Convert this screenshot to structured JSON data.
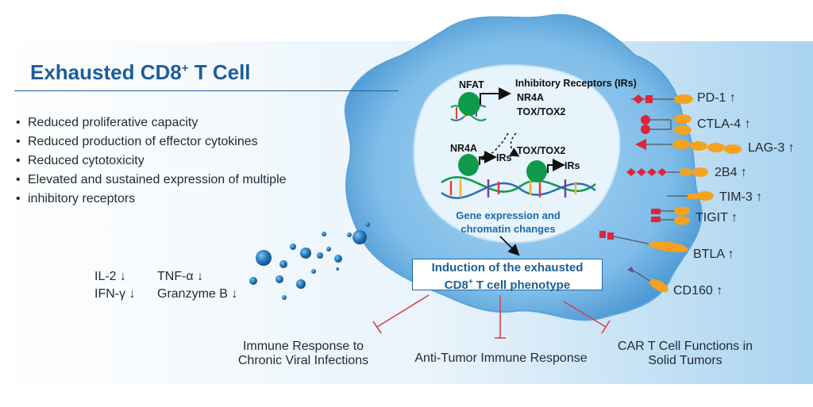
{
  "title": {
    "main": "Exhausted CD8",
    "sup": "+",
    "rest": " T Cell"
  },
  "bullets": [
    "Reduced proliferative capacity",
    "Reduced production of effector cytokines",
    "Reduced cytotoxicity",
    "Elevated and sustained expression of multiple",
    "inhibitory receptors"
  ],
  "cytokines": {
    "il2": "IL-2 ↓",
    "tnfa": "TNF-α ↓",
    "ifng": "IFN-γ ↓",
    "granzyme": "Granzyme B ↓"
  },
  "nucleus": {
    "nfat": "NFAT",
    "irs_top": "Inhibitory Receptors (IRs)",
    "nr4a_top": "NR4A",
    "tox_top": "TOX/TOX2",
    "nr4a": "NR4A",
    "tox": "TOX/TOX2",
    "irs_left": "IRs",
    "irs_right": "IRs",
    "gene_expression_line1": "Gene expression and",
    "gene_expression_line2": "chromatin changes"
  },
  "induction": {
    "line1": "Induction of the exhausted",
    "line2_a": "CD8",
    "line2_sup": "+",
    "line2_b": " T cell phenotype"
  },
  "receptors": [
    "PD-1 ↑",
    "CTLA-4 ↑",
    "LAG-3 ↑",
    "2B4 ↑",
    "TIM-3 ↑",
    "TIGIT ↑",
    "BTLA ↑",
    "CD160 ↑"
  ],
  "outcomes": {
    "viral_line1": "Immune Response to",
    "viral_line2": "Chronic Viral Infections",
    "tumor": "Anti-Tumor Immune Response",
    "cart_line1": "CAR T Cell Functions in",
    "cart_line2": "Solid Tumors"
  },
  "colors": {
    "accent_blue": "#1d5e96",
    "cell_blue": "#6fb0e2",
    "nucleus": "#e6f3fc",
    "tf_green": "#0f9a49",
    "receptor_orange": "#f5a21e",
    "receptor_red": "#e0253b",
    "inhibition_red": "#d9434e"
  }
}
